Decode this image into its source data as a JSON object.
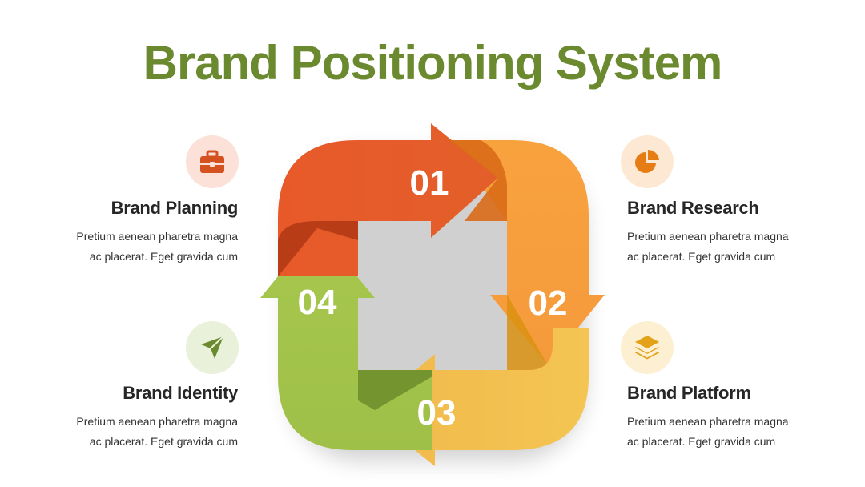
{
  "title": "Brand Positioning System",
  "colors": {
    "title": "#6b8a2f",
    "step1": "#e8592a",
    "step2": "#f7a13c",
    "step3": "#f2c04f",
    "step4": "#a3c44a"
  },
  "steps": [
    {
      "number": "01",
      "title": "Brand Planning",
      "line1": "Pretium aenean pharetra magna",
      "line2": "ac placerat. Eget gravida cum",
      "icon": "briefcase-icon"
    },
    {
      "number": "02",
      "title": "Brand Research",
      "line1": "Pretium aenean pharetra magna",
      "line2": "ac placerat. Eget gravida cum",
      "icon": "pie-chart-icon"
    },
    {
      "number": "03",
      "title": "Brand Platform",
      "line1": "Pretium aenean pharetra magna",
      "line2": "ac placerat. Eget gravida cum",
      "icon": "layers-icon"
    },
    {
      "number": "04",
      "title": "Brand Identity",
      "line1": "Pretium aenean pharetra magna",
      "line2": "ac placerat. Eget gravida cum",
      "icon": "send-icon"
    }
  ]
}
